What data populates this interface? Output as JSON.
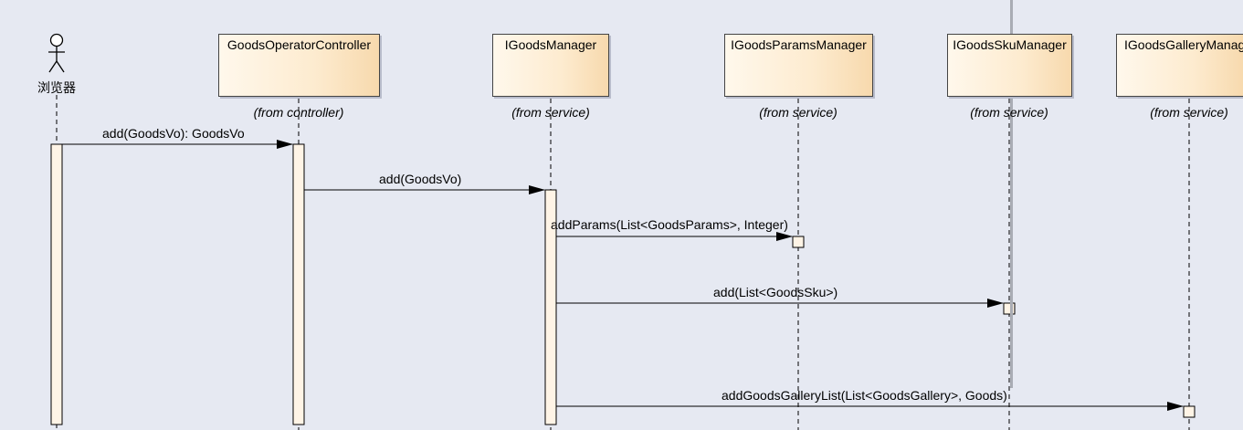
{
  "actor": {
    "label": "浏览器"
  },
  "lifelines": [
    {
      "name": "GoodsOperatorController",
      "stereotype": "(from controller)"
    },
    {
      "name": "IGoodsManager",
      "stereotype": "(from service)"
    },
    {
      "name": "IGoodsParamsManager",
      "stereotype": "(from service)"
    },
    {
      "name": "IGoodsSkuManager",
      "stereotype": "(from service)"
    },
    {
      "name": "IGoodsGalleryManag",
      "stereotype": "(from service)"
    }
  ],
  "messages": [
    {
      "label": "add(GoodsVo): GoodsVo",
      "from": "浏览器",
      "to": "GoodsOperatorController"
    },
    {
      "label": "add(GoodsVo)",
      "from": "GoodsOperatorController",
      "to": "IGoodsManager"
    },
    {
      "label": "addParams(List<GoodsParams>, Integer)",
      "from": "IGoodsManager",
      "to": "IGoodsParamsManager"
    },
    {
      "label": "add(List<GoodsSku>)",
      "from": "IGoodsManager",
      "to": "IGoodsSkuManager"
    },
    {
      "label": "addGoodsGalleryList(List<GoodsGallery>, Goods)",
      "from": "IGoodsManager",
      "to": "IGoodsGalleryManag"
    }
  ],
  "colors": {
    "background": "#e6e9f2",
    "box_fill": "#fdebcf",
    "activation_fill": "#fff4e6",
    "line": "#000000"
  }
}
